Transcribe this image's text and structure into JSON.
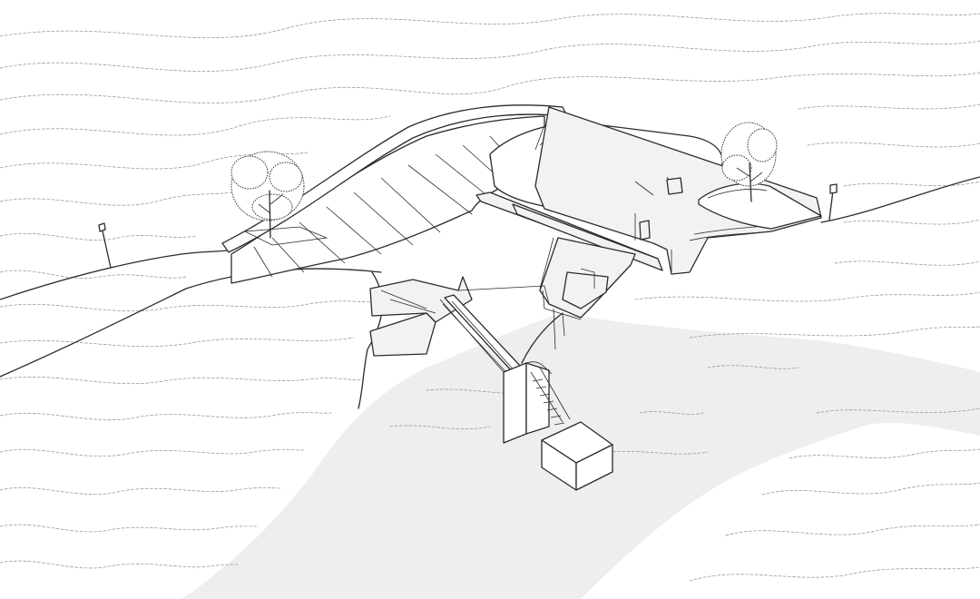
{
  "colors": {
    "background": "#ffffff",
    "line": "#2b2b2b",
    "contour": "#9a9a9a",
    "water": "#eeeeee",
    "deck": "#f2f2f2",
    "foliage": "#3a3a3a"
  },
  "drawing": {
    "kind": "axonometric site drawing",
    "elements": [
      "terrain-contours",
      "water-channel",
      "curved-roof-pavilion",
      "roof-skylight",
      "cantilever-deck",
      "entrance-passage",
      "bridge-walkway",
      "stair-tower",
      "pier-block",
      "jetty-platform",
      "tree-left",
      "tree-right",
      "lamp-post-left",
      "lamp-post-right"
    ]
  }
}
